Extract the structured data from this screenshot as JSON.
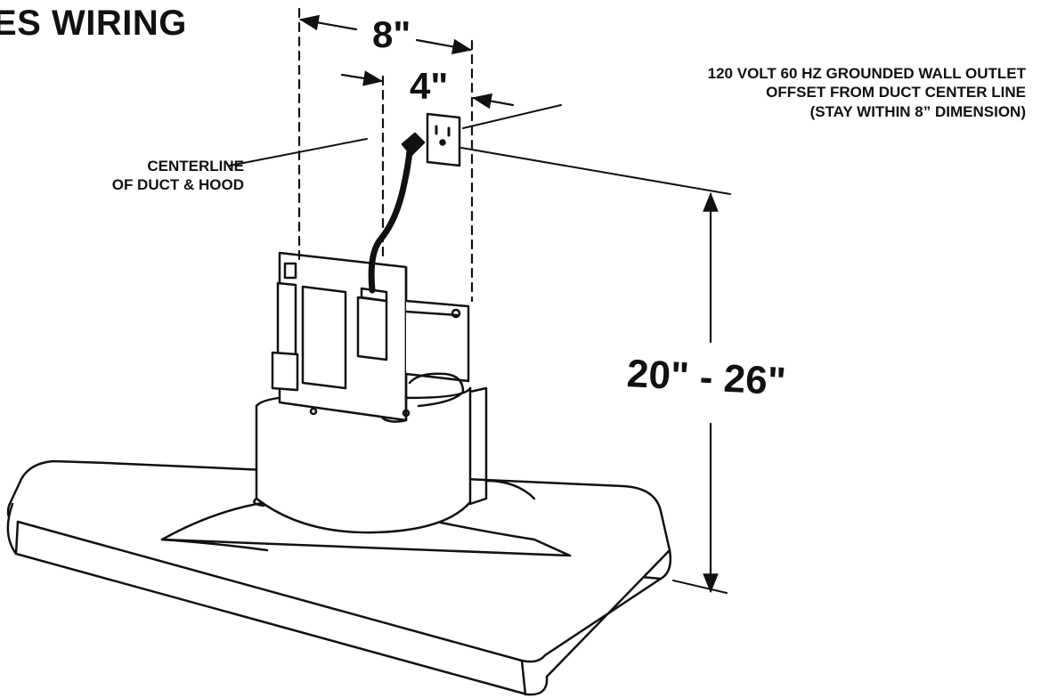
{
  "title": "ES WIRING",
  "dimensions": {
    "width_outer": "8\"",
    "width_inner": "4\"",
    "height_range": "20\" - 26\""
  },
  "callouts": {
    "outlet": [
      "120 VOLT 60 HZ GROUNDED WALL OUTLET",
      "OFFSET FROM DUCT CENTER LINE",
      "(STAY WITHIN 8” DIMENSION)"
    ],
    "centerline": [
      "CENTERLINE",
      "OF DUCT & HOOD"
    ]
  },
  "colors": {
    "ink": "#111111",
    "paper": "#ffffff"
  }
}
